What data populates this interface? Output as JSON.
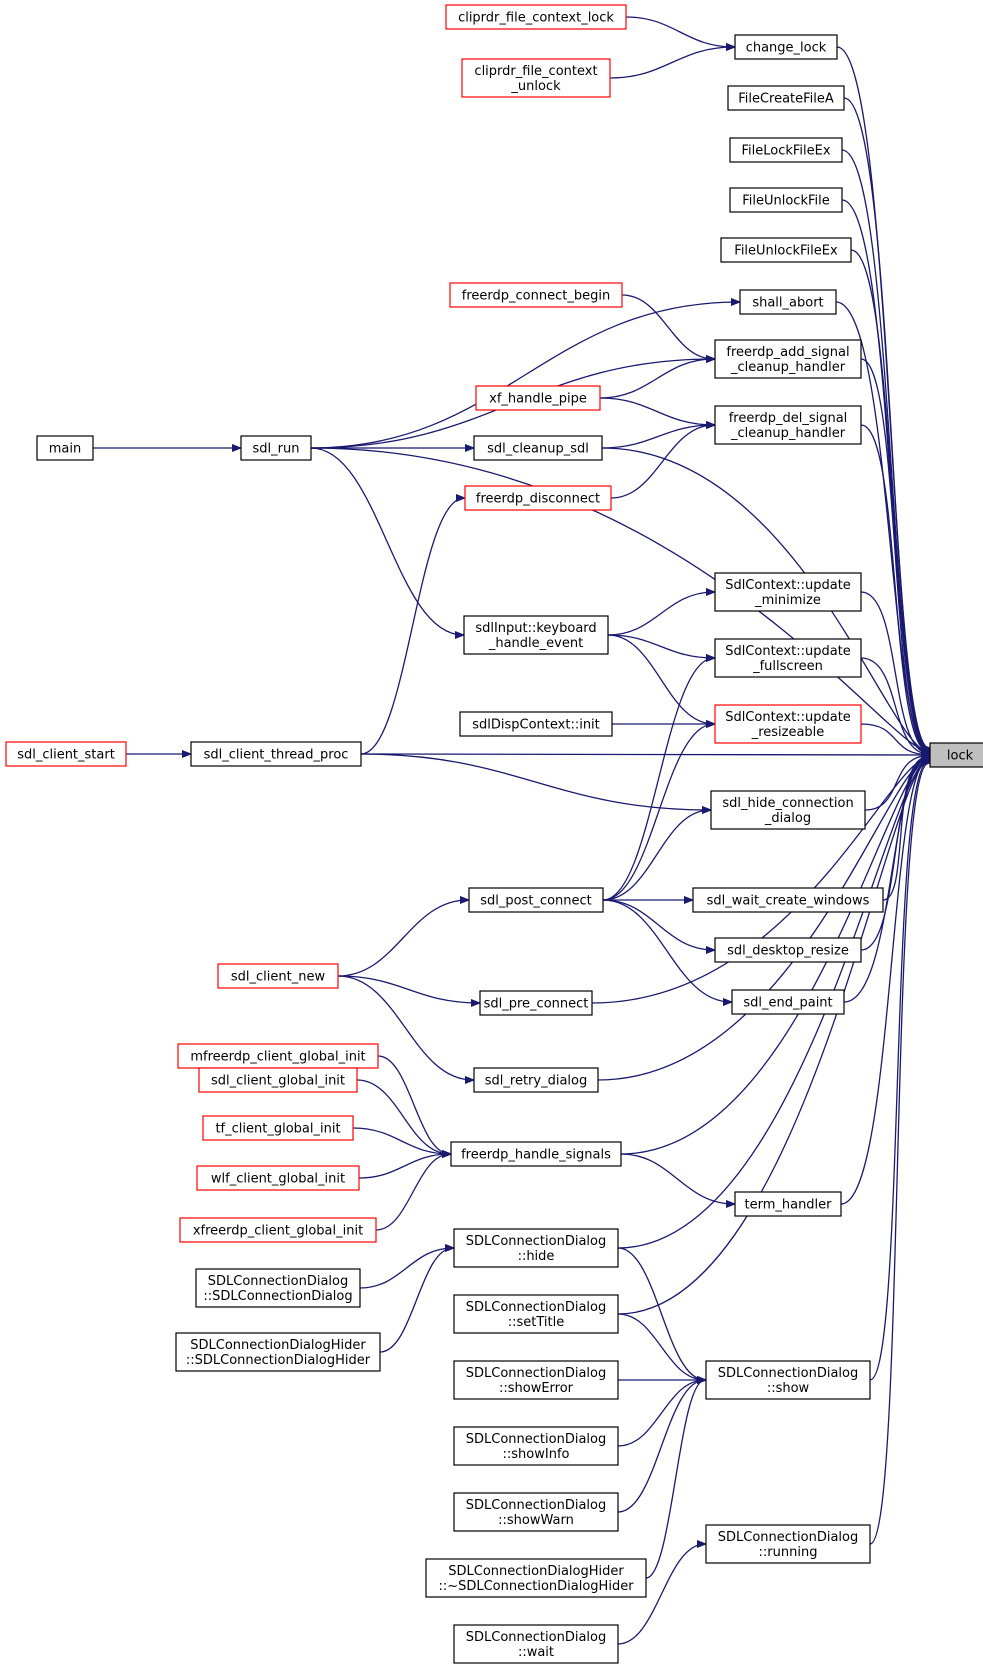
{
  "focus": "lock",
  "nodes": [
    {
      "id": "lock",
      "lines": [
        "lock"
      ],
      "style": "focus"
    },
    {
      "id": "cliprdr_lock",
      "lines": [
        "cliprdr_file_context_lock"
      ],
      "style": "trunc"
    },
    {
      "id": "cliprdr_unlock",
      "lines": [
        "cliprdr_file_context",
        "_unlock"
      ],
      "style": "trunc"
    },
    {
      "id": "change_lock",
      "lines": [
        "change_lock"
      ],
      "style": "normal"
    },
    {
      "id": "FileCreateFileA",
      "lines": [
        "FileCreateFileA"
      ],
      "style": "normal"
    },
    {
      "id": "FileLockFileEx",
      "lines": [
        "FileLockFileEx"
      ],
      "style": "normal"
    },
    {
      "id": "FileUnlockFile",
      "lines": [
        "FileUnlockFile"
      ],
      "style": "normal"
    },
    {
      "id": "FileUnlockFileEx",
      "lines": [
        "FileUnlockFileEx"
      ],
      "style": "normal"
    },
    {
      "id": "shall_abort",
      "lines": [
        "shall_abort"
      ],
      "style": "normal"
    },
    {
      "id": "freerdp_connect_begin",
      "lines": [
        "freerdp_connect_begin"
      ],
      "style": "trunc"
    },
    {
      "id": "add_signal",
      "lines": [
        "freerdp_add_signal",
        "_cleanup_handler"
      ],
      "style": "normal"
    },
    {
      "id": "xf_handle_pipe",
      "lines": [
        "xf_handle_pipe"
      ],
      "style": "trunc"
    },
    {
      "id": "del_signal",
      "lines": [
        "freerdp_del_signal",
        "_cleanup_handler"
      ],
      "style": "normal"
    },
    {
      "id": "main",
      "lines": [
        "main"
      ],
      "style": "normal"
    },
    {
      "id": "sdl_run",
      "lines": [
        "sdl_run"
      ],
      "style": "normal"
    },
    {
      "id": "sdl_cleanup_sdl",
      "lines": [
        "sdl_cleanup_sdl"
      ],
      "style": "normal"
    },
    {
      "id": "freerdp_disconnect",
      "lines": [
        "freerdp_disconnect"
      ],
      "style": "trunc"
    },
    {
      "id": "update_minimize",
      "lines": [
        "SdlContext::update",
        "_minimize"
      ],
      "style": "normal"
    },
    {
      "id": "keyboard_handle",
      "lines": [
        "sdlInput::keyboard",
        "_handle_event"
      ],
      "style": "normal"
    },
    {
      "id": "update_fullscreen",
      "lines": [
        "SdlContext::update",
        "_fullscreen"
      ],
      "style": "normal"
    },
    {
      "id": "disp_init",
      "lines": [
        "sdlDispContext::init"
      ],
      "style": "normal"
    },
    {
      "id": "update_resizeable",
      "lines": [
        "SdlContext::update",
        "_resizeable"
      ],
      "style": "trunc"
    },
    {
      "id": "sdl_client_start",
      "lines": [
        "sdl_client_start"
      ],
      "style": "trunc"
    },
    {
      "id": "thread_proc",
      "lines": [
        "sdl_client_thread_proc"
      ],
      "style": "normal"
    },
    {
      "id": "hide_conn",
      "lines": [
        "sdl_hide_connection",
        "_dialog"
      ],
      "style": "normal"
    },
    {
      "id": "post_connect",
      "lines": [
        "sdl_post_connect"
      ],
      "style": "normal"
    },
    {
      "id": "wait_create",
      "lines": [
        "sdl_wait_create_windows"
      ],
      "style": "normal"
    },
    {
      "id": "desktop_resize",
      "lines": [
        "sdl_desktop_resize"
      ],
      "style": "normal"
    },
    {
      "id": "sdl_client_new",
      "lines": [
        "sdl_client_new"
      ],
      "style": "trunc"
    },
    {
      "id": "end_paint",
      "lines": [
        "sdl_end_paint"
      ],
      "style": "normal"
    },
    {
      "id": "pre_connect",
      "lines": [
        "sdl_pre_connect"
      ],
      "style": "normal"
    },
    {
      "id": "mfreerdp_init",
      "lines": [
        "mfreerdp_client_global_init"
      ],
      "style": "trunc"
    },
    {
      "id": "retry_dialog",
      "lines": [
        "sdl_retry_dialog"
      ],
      "style": "normal"
    },
    {
      "id": "sdl_global_init",
      "lines": [
        "sdl_client_global_init"
      ],
      "style": "trunc"
    },
    {
      "id": "tf_init",
      "lines": [
        "tf_client_global_init"
      ],
      "style": "trunc"
    },
    {
      "id": "handle_signals",
      "lines": [
        "freerdp_handle_signals"
      ],
      "style": "normal"
    },
    {
      "id": "wlf_init",
      "lines": [
        "wlf_client_global_init"
      ],
      "style": "trunc"
    },
    {
      "id": "term_handler",
      "lines": [
        "term_handler"
      ],
      "style": "normal"
    },
    {
      "id": "xfreerdp_init",
      "lines": [
        "xfreerdp_client_global_init"
      ],
      "style": "trunc"
    },
    {
      "id": "dlg_hide",
      "lines": [
        "SDLConnectionDialog",
        "::hide"
      ],
      "style": "normal"
    },
    {
      "id": "dlg_ctor",
      "lines": [
        "SDLConnectionDialog",
        "::SDLConnectionDialog"
      ],
      "style": "normal"
    },
    {
      "id": "hider_ctor",
      "lines": [
        "SDLConnectionDialogHider",
        "::SDLConnectionDialogHider"
      ],
      "style": "normal"
    },
    {
      "id": "dlg_settitle",
      "lines": [
        "SDLConnectionDialog",
        "::setTitle"
      ],
      "style": "normal"
    },
    {
      "id": "dlg_showerror",
      "lines": [
        "SDLConnectionDialog",
        "::showError"
      ],
      "style": "normal"
    },
    {
      "id": "dlg_show",
      "lines": [
        "SDLConnectionDialog",
        "::show"
      ],
      "style": "normal"
    },
    {
      "id": "dlg_showinfo",
      "lines": [
        "SDLConnectionDialog",
        "::showInfo"
      ],
      "style": "normal"
    },
    {
      "id": "dlg_showwarn",
      "lines": [
        "SDLConnectionDialog",
        "::showWarn"
      ],
      "style": "normal"
    },
    {
      "id": "dlg_running",
      "lines": [
        "SDLConnectionDialog",
        "::running"
      ],
      "style": "normal"
    },
    {
      "id": "hider_dtor",
      "lines": [
        "SDLConnectionDialogHider",
        "::~SDLConnectionDialogHider"
      ],
      "style": "normal"
    },
    {
      "id": "dlg_wait",
      "lines": [
        "SDLConnectionDialog",
        "::wait"
      ],
      "style": "normal"
    }
  ],
  "edges": [
    {
      "from": "cliprdr_lock",
      "to": "change_lock"
    },
    {
      "from": "cliprdr_unlock",
      "to": "change_lock"
    },
    {
      "from": "change_lock",
      "to": "lock"
    },
    {
      "from": "FileCreateFileA",
      "to": "lock"
    },
    {
      "from": "FileLockFileEx",
      "to": "lock"
    },
    {
      "from": "FileUnlockFile",
      "to": "lock"
    },
    {
      "from": "FileUnlockFileEx",
      "to": "lock"
    },
    {
      "from": "shall_abort",
      "to": "lock"
    },
    {
      "from": "sdl_run",
      "to": "shall_abort"
    },
    {
      "from": "freerdp_connect_begin",
      "to": "add_signal"
    },
    {
      "from": "sdl_run",
      "to": "add_signal"
    },
    {
      "from": "xf_handle_pipe",
      "to": "add_signal"
    },
    {
      "from": "add_signal",
      "to": "lock"
    },
    {
      "from": "xf_handle_pipe",
      "to": "del_signal"
    },
    {
      "from": "sdl_cleanup_sdl",
      "to": "del_signal"
    },
    {
      "from": "freerdp_disconnect",
      "to": "del_signal"
    },
    {
      "from": "del_signal",
      "to": "lock"
    },
    {
      "from": "main",
      "to": "sdl_run"
    },
    {
      "from": "sdl_run",
      "to": "sdl_cleanup_sdl"
    },
    {
      "from": "sdl_cleanup_sdl",
      "to": "lock"
    },
    {
      "from": "sdl_run",
      "to": "lock"
    },
    {
      "from": "sdl_run",
      "to": "keyboard_handle"
    },
    {
      "from": "thread_proc",
      "to": "freerdp_disconnect"
    },
    {
      "from": "keyboard_handle",
      "to": "update_minimize"
    },
    {
      "from": "keyboard_handle",
      "to": "update_fullscreen"
    },
    {
      "from": "keyboard_handle",
      "to": "update_resizeable"
    },
    {
      "from": "update_minimize",
      "to": "lock"
    },
    {
      "from": "update_fullscreen",
      "to": "lock"
    },
    {
      "from": "disp_init",
      "to": "update_resizeable"
    },
    {
      "from": "update_resizeable",
      "to": "lock"
    },
    {
      "from": "sdl_client_start",
      "to": "thread_proc"
    },
    {
      "from": "thread_proc",
      "to": "lock"
    },
    {
      "from": "thread_proc",
      "to": "hide_conn"
    },
    {
      "from": "hide_conn",
      "to": "lock"
    },
    {
      "from": "post_connect",
      "to": "update_fullscreen"
    },
    {
      "from": "post_connect",
      "to": "update_resizeable"
    },
    {
      "from": "post_connect",
      "to": "hide_conn"
    },
    {
      "from": "post_connect",
      "to": "wait_create"
    },
    {
      "from": "post_connect",
      "to": "desktop_resize"
    },
    {
      "from": "post_connect",
      "to": "end_paint"
    },
    {
      "from": "wait_create",
      "to": "lock"
    },
    {
      "from": "desktop_resize",
      "to": "lock"
    },
    {
      "from": "end_paint",
      "to": "lock"
    },
    {
      "from": "sdl_client_new",
      "to": "post_connect"
    },
    {
      "from": "sdl_client_new",
      "to": "pre_connect"
    },
    {
      "from": "sdl_client_new",
      "to": "retry_dialog"
    },
    {
      "from": "pre_connect",
      "to": "lock"
    },
    {
      "from": "retry_dialog",
      "to": "lock"
    },
    {
      "from": "mfreerdp_init",
      "to": "handle_signals"
    },
    {
      "from": "sdl_global_init",
      "to": "handle_signals"
    },
    {
      "from": "tf_init",
      "to": "handle_signals"
    },
    {
      "from": "wlf_init",
      "to": "handle_signals"
    },
    {
      "from": "xfreerdp_init",
      "to": "handle_signals"
    },
    {
      "from": "handle_signals",
      "to": "lock"
    },
    {
      "from": "handle_signals",
      "to": "term_handler"
    },
    {
      "from": "term_handler",
      "to": "lock"
    },
    {
      "from": "dlg_ctor",
      "to": "dlg_hide"
    },
    {
      "from": "hider_ctor",
      "to": "dlg_hide"
    },
    {
      "from": "dlg_hide",
      "to": "lock"
    },
    {
      "from": "dlg_hide",
      "to": "dlg_show"
    },
    {
      "from": "dlg_settitle",
      "to": "lock"
    },
    {
      "from": "dlg_settitle",
      "to": "dlg_show"
    },
    {
      "from": "dlg_showerror",
      "to": "dlg_show"
    },
    {
      "from": "dlg_showinfo",
      "to": "dlg_show"
    },
    {
      "from": "dlg_showwarn",
      "to": "dlg_show"
    },
    {
      "from": "hider_dtor",
      "to": "dlg_show"
    },
    {
      "from": "dlg_show",
      "to": "lock"
    },
    {
      "from": "dlg_running",
      "to": "lock"
    },
    {
      "from": "dlg_wait",
      "to": "dlg_running"
    }
  ]
}
